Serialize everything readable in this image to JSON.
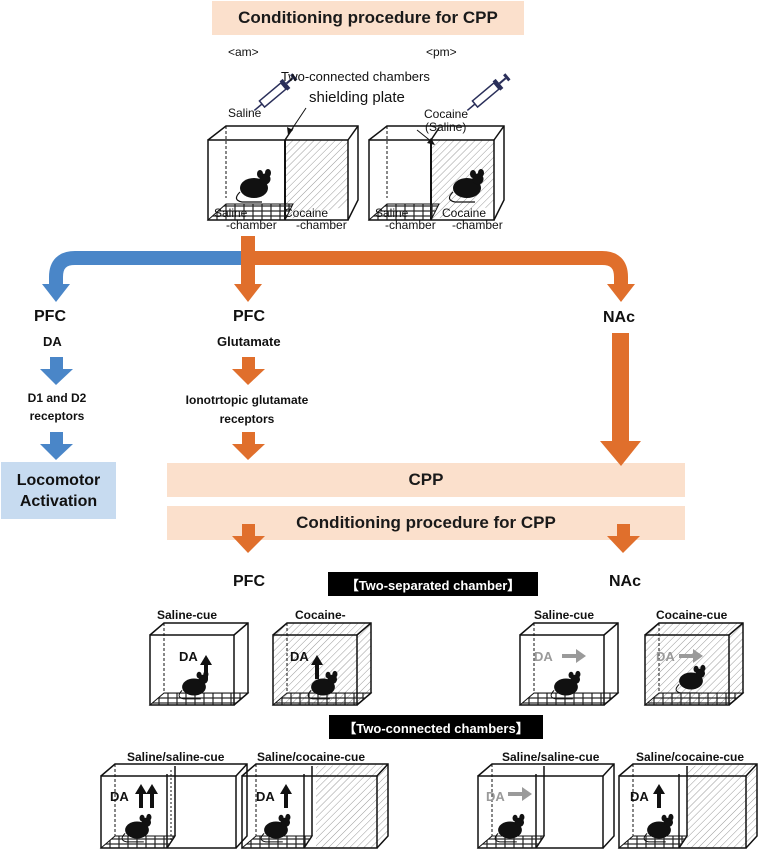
{
  "title_top": "Conditioning procedure for CPP",
  "session_am": "<am>",
  "session_pm": "<pm>",
  "two_connected_label": "Two-connected chambers",
  "shielding_plate": "shielding plate",
  "inj_left": "Saline",
  "inj_right_1": "Cocaine",
  "inj_right_2": "(Saline)",
  "chamber_labels": {
    "l1a": "Saline",
    "l1b": "-chamber",
    "l2a": "Cocaine",
    "l2b": "-chamber",
    "r1a": "Saline",
    "r1b": "-chamber",
    "r2a": "Cocaine",
    "r2b": "-chamber"
  },
  "pathways": {
    "left_region": "PFC",
    "left_transmitter": "DA",
    "left_receptor_1": "D1 and D2",
    "left_receptor_2": "receptors",
    "loco_1": "Locomotor",
    "loco_2": "Activation",
    "mid_region": "PFC",
    "mid_transmitter": "Glutamate",
    "mid_receptor_1": "Ionotrtopic glutamate",
    "mid_receptor_2": "receptors",
    "right_region": "NAc"
  },
  "cpp_band": "CPP",
  "cond_band": "Conditioning procedure for CPP",
  "lower_pfc": "PFC",
  "lower_nac": "NAc",
  "two_separated_bar": "【Two-separated chamber】",
  "two_connected_bar": "【Two-connected chambers】",
  "sep_labels": [
    "Saline-cue",
    "Cocaine-",
    "Saline-cue",
    "Cocaine-cue"
  ],
  "conn_labels": [
    "Saline/saline-cue",
    "Saline/cocaine-cue",
    "Saline/saline-cue",
    "Saline/cocaine-cue"
  ],
  "da_label": "DA",
  "colors": {
    "blue": "#4a86c8",
    "orange": "#e06f2c",
    "band": "#fbe0cc",
    "loco_box": "#c7dbf0",
    "grey_arrow": "#9a9a9a"
  }
}
